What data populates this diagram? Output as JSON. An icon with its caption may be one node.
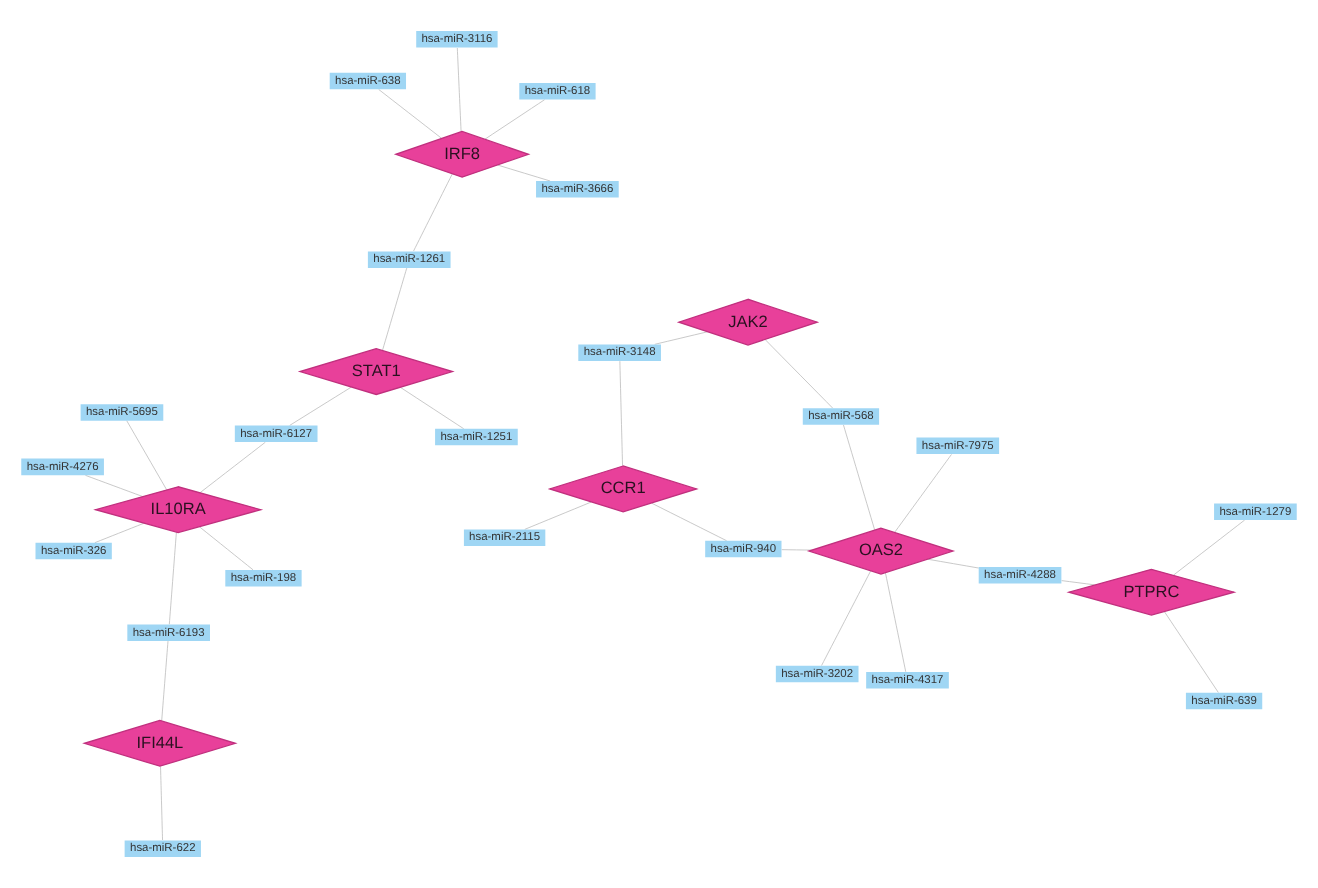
{
  "diagram": {
    "nodes": [
      {
        "text": [
          "IL10RA"
        ]
      },
      {
        "text": [
          "STAT1"
        ]
      },
      {
        "text": [
          "IFI44L"
        ]
      },
      {
        "text": [
          "CCR1"
        ]
      },
      {
        "text": [
          "IRF8"
        ]
      },
      {
        "text": [
          "JAK2"
        ]
      },
      {
        "text": [
          "OAS2"
        ]
      },
      {
        "text": [
          "PTPRC"
        ]
      },
      {
        "text": [
          "hsa-miR-5695"
        ]
      },
      {
        "text": [
          "hsa-miR-4276"
        ]
      },
      {
        "text": [
          "hsa-miR-326"
        ]
      },
      {
        "text": [
          "hsa-miR-622"
        ]
      },
      {
        "text": [
          "hsa-miR-6193"
        ]
      },
      {
        "text": [
          "hsa-miR-1251"
        ]
      },
      {
        "text": [
          "hsa-miR-198"
        ]
      },
      {
        "text": [
          "hsa-miR-6127"
        ]
      },
      {
        "text": [
          "hsa-miR-1261"
        ]
      },
      {
        "text": [
          "hsa-miR-2115"
        ]
      },
      {
        "text": [
          "hsa-miR-618"
        ]
      },
      {
        "text": [
          "hsa-miR-3148"
        ]
      },
      {
        "text": [
          "hsa-miR-3116"
        ]
      },
      {
        "text": [
          "hsa-miR-638"
        ]
      },
      {
        "text": [
          "hsa-miR-940"
        ]
      },
      {
        "text": [
          "hsa-miR-3666"
        ]
      },
      {
        "text": [
          "hsa-miR-4288"
        ]
      },
      {
        "text": [
          "hsa-miR-568"
        ]
      },
      {
        "text": [
          "hsa-miR-4317"
        ]
      },
      {
        "text": [
          "hsa-miR-639"
        ]
      },
      {
        "text": [
          "hsa-miR-3202"
        ]
      },
      {
        "text": [
          "hsa-miR-1279"
        ]
      },
      {
        "text": [
          "hsa-miR-7975"
        ]
      }
    ],
    "edges": [
      {
        "from": 8,
        "to": 0,
        "arrow": "none"
      },
      {
        "from": 9,
        "to": 0,
        "arrow": "none"
      },
      {
        "from": 10,
        "to": 0,
        "arrow": "none"
      },
      {
        "from": 11,
        "to": 2,
        "arrow": "none"
      },
      {
        "from": 12,
        "to": 2,
        "arrow": "none"
      },
      {
        "from": 12,
        "to": 0,
        "arrow": "none"
      },
      {
        "from": 13,
        "to": 1,
        "arrow": "none"
      },
      {
        "from": 14,
        "to": 0,
        "arrow": "none"
      },
      {
        "from": 15,
        "to": 1,
        "arrow": "none"
      },
      {
        "from": 15,
        "to": 0,
        "arrow": "none"
      },
      {
        "from": 16,
        "to": 4,
        "arrow": "none"
      },
      {
        "from": 16,
        "to": 1,
        "arrow": "none"
      },
      {
        "from": 17,
        "to": 3,
        "arrow": "none"
      },
      {
        "from": 18,
        "to": 4,
        "arrow": "none"
      },
      {
        "from": 19,
        "to": 3,
        "arrow": "none"
      },
      {
        "from": 19,
        "to": 5,
        "arrow": "none"
      },
      {
        "from": 20,
        "to": 4,
        "arrow": "none"
      },
      {
        "from": 21,
        "to": 4,
        "arrow": "none"
      },
      {
        "from": 22,
        "to": 6,
        "arrow": "none"
      },
      {
        "from": 22,
        "to": 3,
        "arrow": "none"
      },
      {
        "from": 23,
        "to": 4,
        "arrow": "none"
      },
      {
        "from": 24,
        "to": 7,
        "arrow": "none"
      },
      {
        "from": 24,
        "to": 6,
        "arrow": "none"
      },
      {
        "from": 25,
        "to": 5,
        "arrow": "none"
      },
      {
        "from": 25,
        "to": 6,
        "arrow": "none"
      },
      {
        "from": 26,
        "to": 6,
        "arrow": "none"
      },
      {
        "from": 27,
        "to": 7,
        "arrow": "none"
      },
      {
        "from": 28,
        "to": 6,
        "arrow": "none"
      },
      {
        "from": 29,
        "to": 7,
        "arrow": "none"
      },
      {
        "from": 30,
        "to": 6,
        "arrow": "none"
      }
    ]
  }
}
